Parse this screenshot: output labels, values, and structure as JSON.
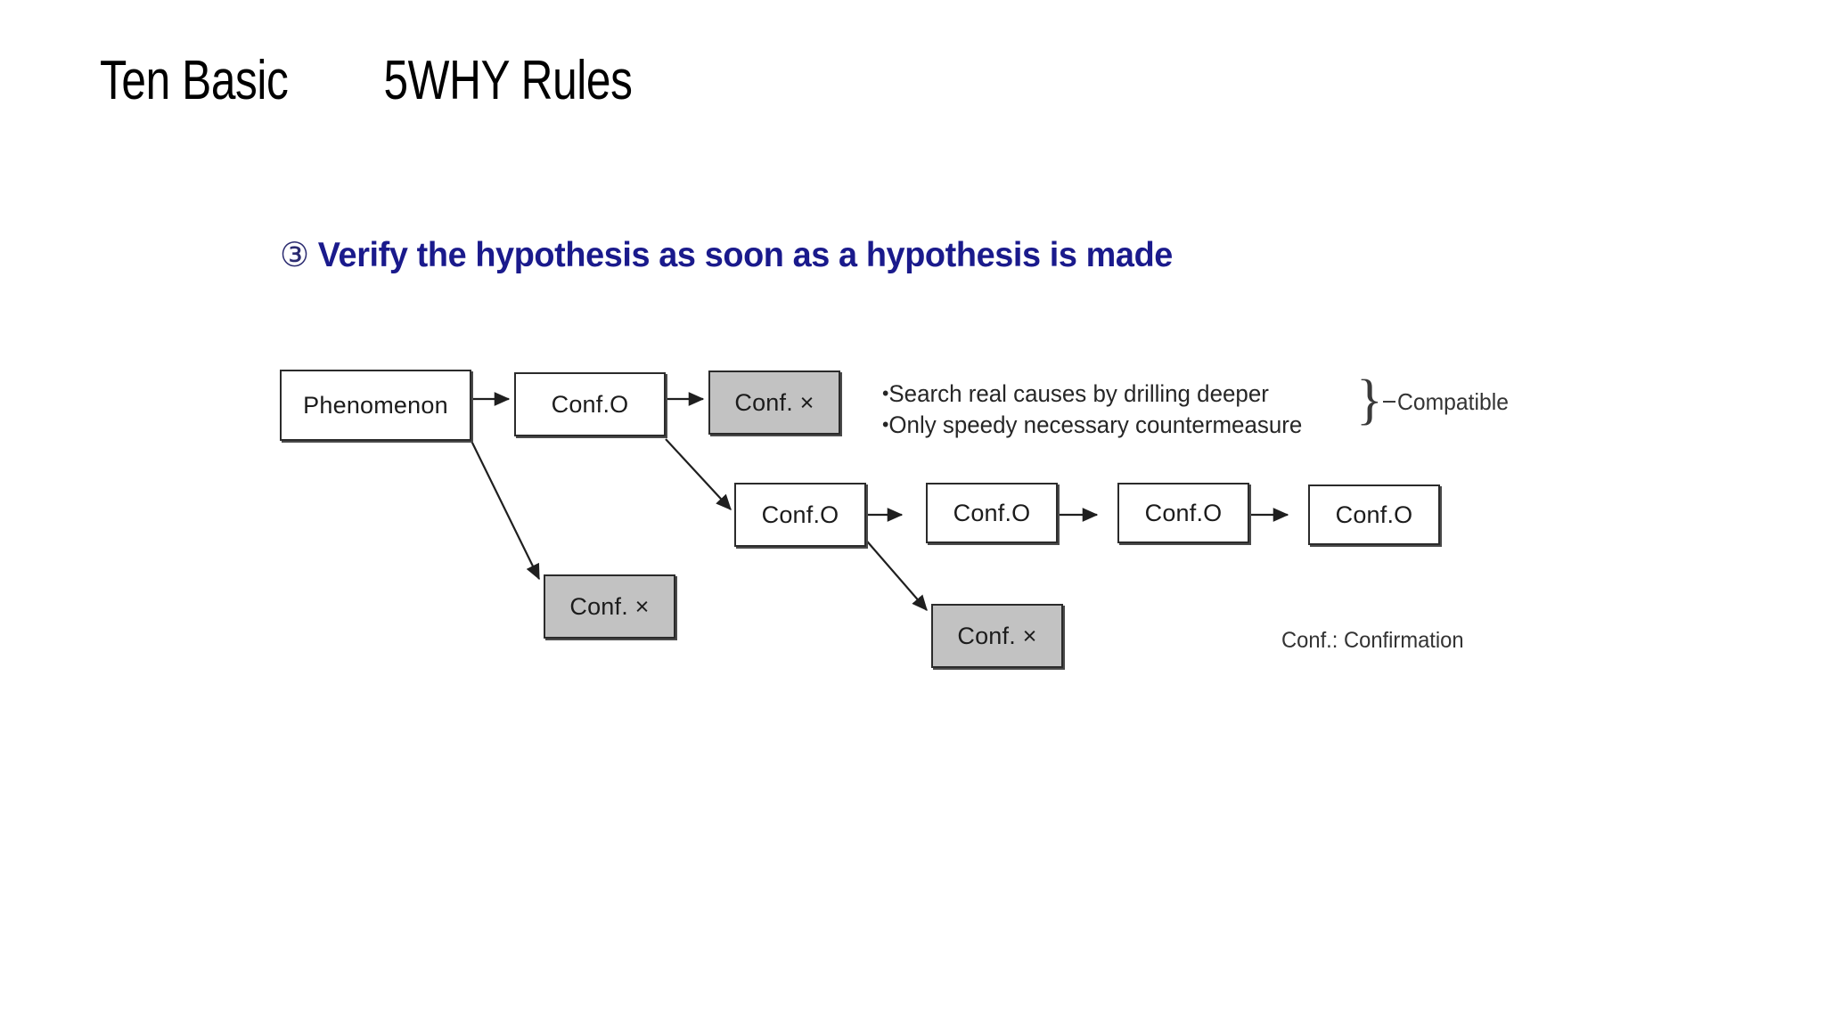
{
  "slide": {
    "title": "Ten Basic        5WHY Rules",
    "background_color": "#ffffff",
    "title_color": "#000000"
  },
  "diagram": {
    "heading_number": "③",
    "heading_text": "Verify the hypothesis as soon as a hypothesis is made",
    "heading_color": "#1a1a8c",
    "node_fill_ok": "#ffffff",
    "node_fill_ng": "#c2c2c2",
    "node_border_color": "#2b2b2b",
    "nodes": {
      "start": "Phenomenon",
      "row1_conf_ok": "Conf.O",
      "row1_conf_ng": "Conf. ×",
      "branch_conf_ng": "Conf. ×",
      "row2_conf_ok_1": "Conf.O",
      "row2_conf_ok_2": "Conf.O",
      "row2_conf_ok_3": "Conf.O",
      "row2_conf_ok_4": "Conf.O",
      "row2_branch_conf_ng": "Conf. ×"
    },
    "bullets": [
      "Search real causes by drilling deeper",
      "Only speedy necessary countermeasure"
    ],
    "brace_symbol": "}",
    "compatible_label": "Compatible",
    "legend": "Conf.: Confirmation"
  }
}
